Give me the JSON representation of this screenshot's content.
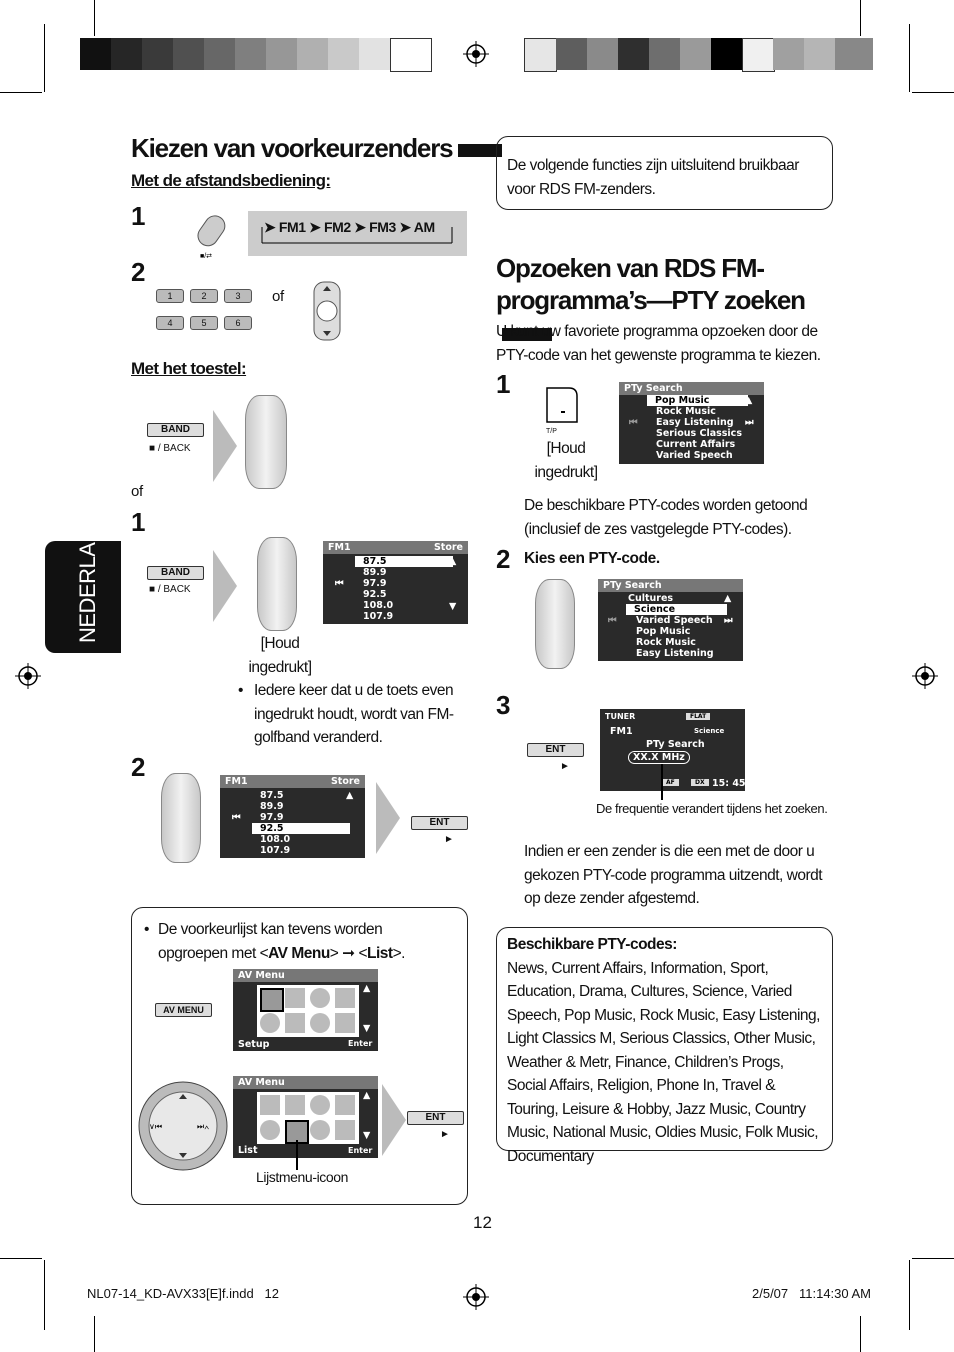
{
  "left": {
    "title": "Kiezen van voorkeurzenders",
    "remote_heading": "Met de afstandsbediening:",
    "step1": "1",
    "step2": "2",
    "band_sequence": [
      "FM1",
      "FM2",
      "FM3",
      "AM"
    ],
    "remote_buttons": [
      "1",
      "2",
      "3",
      "4",
      "5",
      "6"
    ],
    "of_label": "of",
    "device_heading": "Met het toestel:",
    "band_label": "BAND",
    "back_label": "■ / BACK",
    "hold_note": "[Houd ingedrukt]",
    "bullet_text": "Iedere keer dat u de toets even ingedrukt houdt, wordt van FM-golfband veranderd.",
    "store_screen": {
      "band": "FM1",
      "store": "Store",
      "frequencies": [
        "87.5",
        "89.9",
        "97.9",
        "92.5",
        "108.0",
        "107.9"
      ]
    },
    "ent_label": "ENT",
    "av_note_prefix": "De voorkeurlijst kan tevens worden opgroepen met <",
    "av_note_av": "AV Menu",
    "av_note_mid": "> ➞ <",
    "av_note_list": "List",
    "av_note_suffix": ">.",
    "av_menu_button": "AV MENU",
    "av_menu_title": "AV Menu",
    "setup_label": "Setup",
    "list_label": "List",
    "enter_label": "Enter",
    "list_icon_caption": "Lijstmenu-icoon",
    "side_tab": "NEDERLANDS"
  },
  "right": {
    "note_box": "De volgende functies zijn uitsluitend bruikbaar voor RDS FM-zenders.",
    "title_line1": "Opzoeken van RDS FM-",
    "title_line2": "programma’s—PTY zoeken",
    "intro": "U kunt uw favoriete programma opzoeken door de PTY-code van het gewenste programma te kiezen.",
    "step1": "1",
    "tp_label": "T/P",
    "hold_note": "[Houd ingedrukt]",
    "pty_screen1": {
      "title": "PTy Search",
      "items": [
        "Pop Music",
        "Rock Music",
        "Easy Listening",
        "Serious Classics",
        "Current Affairs",
        "Varied Speech"
      ]
    },
    "step1_text": "De beschikbare PTY-codes worden getoond (inclusief de zes vastgelegde PTY-codes).",
    "step2": "2",
    "step2_text": "Kies een PTY-code.",
    "pty_screen2": {
      "title": "PTy Search",
      "items": [
        "Cultures",
        "Science",
        "Varied Speech",
        "Pop Music",
        "Rock Music",
        "Easy Listening"
      ]
    },
    "step3": "3",
    "tuner_screen": {
      "tuner": "TUNER",
      "flat": "FLAT",
      "band": "FM1",
      "science": "Science",
      "pty_search": "PTy Search",
      "freq": "XX.X MHz",
      "af": "AF",
      "dx": "DX",
      "time": "15: 45"
    },
    "freq_caption": "De frequentie verandert tijdens het zoeken.",
    "result_text": "Indien er een zender is die een met de door u gekozen PTY-code programma uitzendt, wordt op deze zender afgestemd.",
    "pty_codes_heading": "Beschikbare PTY-codes:",
    "pty_codes_list": "News, Current Affairs, Information, Sport, Education, Drama, Cultures, Science, Varied Speech, Pop Music, Rock Music, Easy Listening, Light Classics M, Serious Classics, Other Music, Weather & Metr, Finance, Children’s Progs, Social Affairs, Religion, Phone In, Travel & Touring, Leisure & Hobby, Jazz Music, Country Music, National Music, Oldies Music, Folk Music, Documentary"
  },
  "footer": {
    "page_number": "12",
    "file": "NL07-14_KD-AVX33[E]f.indd   12",
    "date": "2/5/07   11:14:30 AM"
  },
  "colors": {
    "screen_bg": "#2a2a2a",
    "screen_header": "#777777",
    "side_tab_bg": "#111111"
  }
}
